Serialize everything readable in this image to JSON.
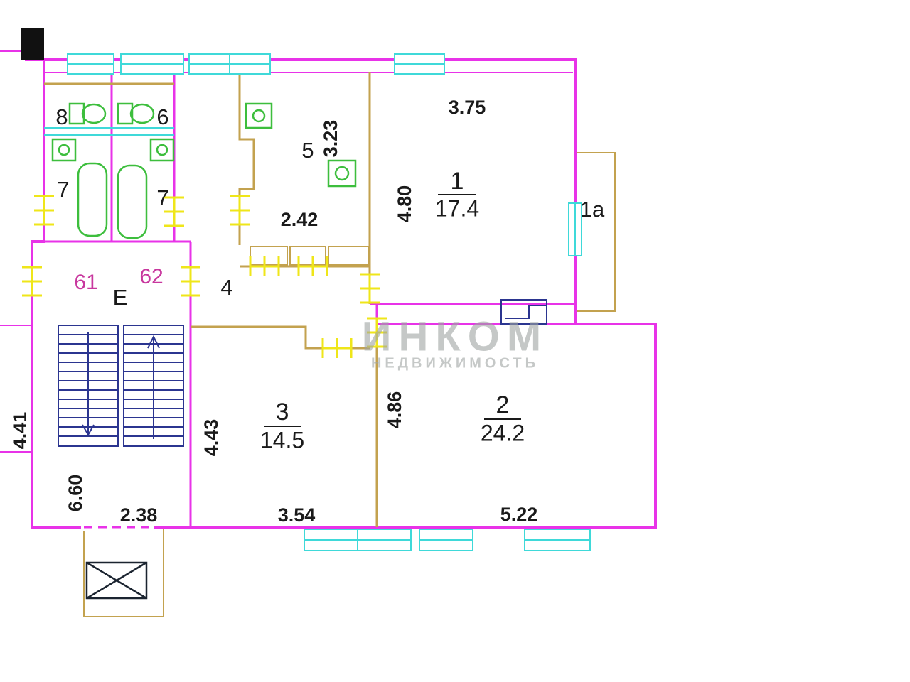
{
  "watermark": {
    "line1": "ИНКОМ",
    "line2": "НЕДВИЖИМОСТЬ"
  },
  "rooms": [
    {
      "number": "1",
      "area": "17.4"
    },
    {
      "number": "2",
      "area": "24.2"
    },
    {
      "number": "3",
      "area": "14.5"
    }
  ],
  "room_labels": {
    "room5": "5",
    "hallway": "4",
    "room8": "8",
    "room6": "6",
    "bath_a": "7",
    "bath_b": "7",
    "stairwell": "Е",
    "balcony": "1a"
  },
  "apartment_numbers": {
    "a": "61",
    "b": "62"
  },
  "dimensions": {
    "top_width": "3.75",
    "room5_height": "3.23",
    "room1_height": "4.80",
    "room5_width": "2.42",
    "room3_height": "4.43",
    "room3_width": "3.54",
    "room2_height": "4.86",
    "room2_width": "5.22",
    "left_height": "4.41",
    "stair_height": "6.60",
    "stair_width": "2.38"
  },
  "colors": {
    "background": "#FFFFFF",
    "wall": "#E833E8",
    "window": "#3FD9D9",
    "door": "#EFE619",
    "fixture": "#3DBE3D",
    "partition": "#C3A24F",
    "stair": "#2B3590",
    "elevator": "#1B2430",
    "text": "#1A1A1A",
    "apartment": "#C8379E",
    "watermark": "#9FA5A3"
  }
}
